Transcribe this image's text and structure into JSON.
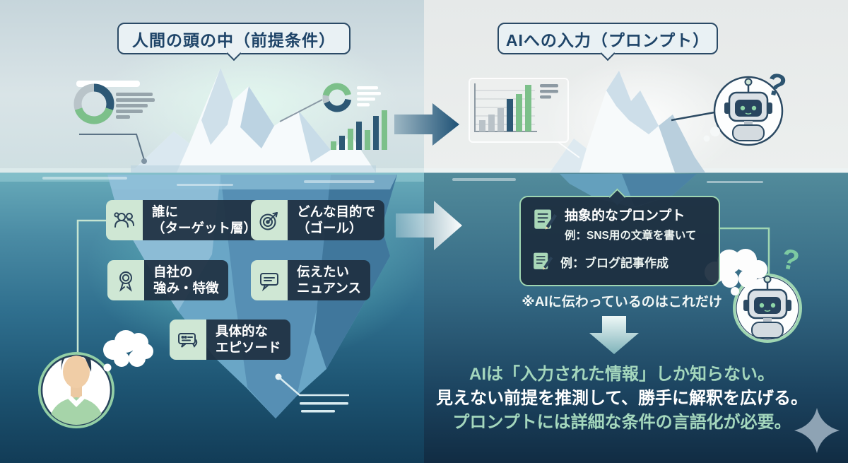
{
  "left_panel": {
    "title": "人間の頭の中（前提条件）",
    "labels": [
      {
        "icon": "people-icon",
        "lines": [
          "誰に",
          "（ターゲット層）"
        ]
      },
      {
        "icon": "target-icon",
        "lines": [
          "どんな目的で",
          "（ゴール）"
        ]
      },
      {
        "icon": "award-icon",
        "lines": [
          "自社の",
          "強み・特徴"
        ]
      },
      {
        "icon": "speech-bubble-icon",
        "lines": [
          "伝えたい",
          "ニュアンス"
        ]
      },
      {
        "icon": "episode-chat-icon",
        "lines": [
          "具体的な",
          "エピソード"
        ]
      }
    ]
  },
  "right_panel": {
    "title": "AIへの入力（プロンプト）",
    "prompt_box": {
      "item1_title": "抽象的なプロンプト",
      "item1_example": "例：SNS用の文章を書いて",
      "item2_example": "例：ブログ記事作成"
    },
    "note": "※AIに伝わっているのはこれだけ",
    "qmark_top": "?",
    "qmark_bottom": "?",
    "conclusion": [
      {
        "text": "AIは「入力された情報」しか知らない。",
        "color": "#a4d7bd"
      },
      {
        "text": "見えない前提を推測して、勝手に解釈を広げる。",
        "color": "#ffffff"
      },
      {
        "text": "プロンプトには詳細な条件の言語化が必要。",
        "color": "#a4d7bd"
      }
    ]
  },
  "icons": [
    "people-icon",
    "target-icon",
    "award-icon",
    "speech-bubble-icon",
    "episode-chat-icon",
    "scroll-pencil-icon",
    "robot-icon",
    "person-avatar",
    "thought-bubble",
    "question-mark",
    "donut-chart-icon",
    "bar-chart-icon",
    "arrow-right",
    "arrow-down",
    "sparkle-icon",
    "iceberg"
  ],
  "colors": {
    "accent_green": "#9fd6b2",
    "navy": "#2d5875",
    "mint_text": "#a4d7bd",
    "tag_bg": "#1f3042",
    "tag_icon_bg": "#cfe7d4",
    "sea_left_top": "#68abba",
    "sea_left_bottom": "#123c57",
    "sea_right_bottom": "#112c43",
    "sky_left": "#d9e4e7",
    "sky_right": "#e9ecec"
  }
}
